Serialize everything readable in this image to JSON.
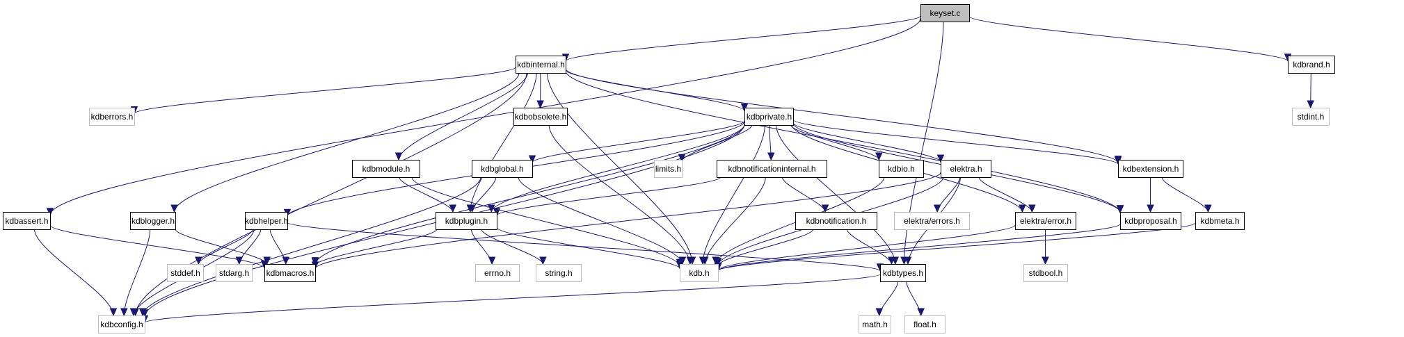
{
  "title": "keyset.c include dependency graph",
  "colors": {
    "edge": "#191970",
    "root_fill": "#bfbfbf",
    "local_border": "#000000",
    "system_border": "#bfbfbf"
  },
  "nodes": [
    {
      "id": "keyset_c",
      "label": "keyset.c",
      "kind": "root"
    },
    {
      "id": "kdbinternal_h",
      "label": "kdbinternal.h",
      "kind": "local"
    },
    {
      "id": "kdbrand_h",
      "label": "kdbrand.h",
      "kind": "local"
    },
    {
      "id": "kdberrors_h",
      "label": "kdberrors.h",
      "kind": "system"
    },
    {
      "id": "kdbobsolete_h",
      "label": "kdbobsolete.h",
      "kind": "local"
    },
    {
      "id": "kdbprivate_h",
      "label": "kdbprivate.h",
      "kind": "local"
    },
    {
      "id": "stdint_h",
      "label": "stdint.h",
      "kind": "system"
    },
    {
      "id": "kdbmodule_h",
      "label": "kdbmodule.h",
      "kind": "local"
    },
    {
      "id": "kdbglobal_h",
      "label": "kdbglobal.h",
      "kind": "local"
    },
    {
      "id": "limits_h",
      "label": "limits.h",
      "kind": "system"
    },
    {
      "id": "kdbnotificationinternal_h",
      "label": "kdbnotificationinternal.h",
      "kind": "local"
    },
    {
      "id": "kdbio_h",
      "label": "kdbio.h",
      "kind": "local"
    },
    {
      "id": "elektra_h",
      "label": "elektra.h",
      "kind": "local"
    },
    {
      "id": "kdbextension_h",
      "label": "kdbextension.h",
      "kind": "local"
    },
    {
      "id": "kdbassert_h",
      "label": "kdbassert.h",
      "kind": "local"
    },
    {
      "id": "kdblogger_h",
      "label": "kdblogger.h",
      "kind": "local"
    },
    {
      "id": "kdbhelper_h",
      "label": "kdbhelper.h",
      "kind": "local"
    },
    {
      "id": "kdbplugin_h",
      "label": "kdbplugin.h",
      "kind": "local"
    },
    {
      "id": "kdbnotification_h",
      "label": "kdbnotification.h",
      "kind": "local"
    },
    {
      "id": "elektra_errors_h",
      "label": "elektra/errors.h",
      "kind": "system"
    },
    {
      "id": "elektra_error_h",
      "label": "elektra/error.h",
      "kind": "local"
    },
    {
      "id": "kdbproposal_h",
      "label": "kdbproposal.h",
      "kind": "local"
    },
    {
      "id": "kdbmeta_h",
      "label": "kdbmeta.h",
      "kind": "local"
    },
    {
      "id": "stddef_h",
      "label": "stddef.h",
      "kind": "system"
    },
    {
      "id": "stdarg_h",
      "label": "stdarg.h",
      "kind": "system"
    },
    {
      "id": "kdbmacros_h",
      "label": "kdbmacros.h",
      "kind": "local"
    },
    {
      "id": "errno_h",
      "label": "errno.h",
      "kind": "system"
    },
    {
      "id": "string_h",
      "label": "string.h",
      "kind": "system"
    },
    {
      "id": "kdb_h",
      "label": "kdb.h",
      "kind": "system"
    },
    {
      "id": "kdbtypes_h",
      "label": "kdbtypes.h",
      "kind": "local"
    },
    {
      "id": "stdbool_h",
      "label": "stdbool.h",
      "kind": "system"
    },
    {
      "id": "kdbconfig_h",
      "label": "kdbconfig.h",
      "kind": "system"
    },
    {
      "id": "math_h",
      "label": "math.h",
      "kind": "system"
    },
    {
      "id": "float_h",
      "label": "float.h",
      "kind": "system"
    }
  ],
  "edges": [
    [
      "keyset_c",
      "kdbinternal_h"
    ],
    [
      "keyset_c",
      "kdbrand_h"
    ],
    [
      "keyset_c",
      "kdbassert_h"
    ],
    [
      "keyset_c",
      "kdbtypes_h"
    ],
    [
      "kdbinternal_h",
      "kdberrors_h"
    ],
    [
      "kdbinternal_h",
      "kdbobsolete_h"
    ],
    [
      "kdbinternal_h",
      "kdbprivate_h"
    ],
    [
      "kdbinternal_h",
      "kdbmodule_h"
    ],
    [
      "kdbinternal_h",
      "kdbplugin_h"
    ],
    [
      "kdbinternal_h",
      "kdb_h"
    ],
    [
      "kdbinternal_h",
      "kdbextension_h"
    ],
    [
      "kdbinternal_h",
      "kdbproposal_h"
    ],
    [
      "kdbinternal_h",
      "kdblogger_h"
    ],
    [
      "kdbinternal_h",
      "kdbconfig_h"
    ],
    [
      "kdbrand_h",
      "stdint_h"
    ],
    [
      "kdbobsolete_h",
      "kdb_h"
    ],
    [
      "kdbprivate_h",
      "kdbglobal_h"
    ],
    [
      "kdbprivate_h",
      "limits_h"
    ],
    [
      "kdbprivate_h",
      "kdbnotificationinternal_h"
    ],
    [
      "kdbprivate_h",
      "kdbio_h"
    ],
    [
      "kdbprivate_h",
      "elektra_h"
    ],
    [
      "kdbprivate_h",
      "kdbextension_h"
    ],
    [
      "kdbprivate_h",
      "kdbproposal_h"
    ],
    [
      "kdbprivate_h",
      "kdbplugin_h"
    ],
    [
      "kdbprivate_h",
      "kdbhelper_h"
    ],
    [
      "kdbprivate_h",
      "kdbmacros_h"
    ],
    [
      "kdbprivate_h",
      "kdbconfig_h"
    ],
    [
      "kdbprivate_h",
      "kdb_h"
    ],
    [
      "kdbprivate_h",
      "elektra_error_h"
    ],
    [
      "kdbprivate_h",
      "kdbtypes_h"
    ],
    [
      "kdbmodule_h",
      "kdbplugin_h"
    ],
    [
      "kdbmodule_h",
      "kdb_h"
    ],
    [
      "kdbglobal_h",
      "kdbplugin_h"
    ],
    [
      "kdbglobal_h",
      "kdb_h"
    ],
    [
      "kdbglobal_h",
      "kdbconfig_h"
    ],
    [
      "kdbnotificationinternal_h",
      "kdbplugin_h"
    ],
    [
      "kdbnotificationinternal_h",
      "kdbnotification_h"
    ],
    [
      "kdbnotificationinternal_h",
      "kdb_h"
    ],
    [
      "kdbio_h",
      "kdb_h"
    ],
    [
      "elektra_h",
      "elektra_errors_h"
    ],
    [
      "elektra_h",
      "elektra_error_h"
    ],
    [
      "elektra_h",
      "kdb_h"
    ],
    [
      "elektra_h",
      "kdbtypes_h"
    ],
    [
      "elektra_h",
      "kdbmacros_h"
    ],
    [
      "kdbextension_h",
      "kdbproposal_h"
    ],
    [
      "kdbextension_h",
      "kdbmeta_h"
    ],
    [
      "kdbassert_h",
      "kdbmacros_h"
    ],
    [
      "kdbassert_h",
      "kdbconfig_h"
    ],
    [
      "kdblogger_h",
      "kdbmacros_h"
    ],
    [
      "kdblogger_h",
      "kdbconfig_h"
    ],
    [
      "kdbhelper_h",
      "stddef_h"
    ],
    [
      "kdbhelper_h",
      "stdarg_h"
    ],
    [
      "kdbhelper_h",
      "kdbmacros_h"
    ],
    [
      "kdbhelper_h",
      "kdbconfig_h"
    ],
    [
      "kdbhelper_h",
      "kdbtypes_h"
    ],
    [
      "kdbplugin_h",
      "kdbmacros_h"
    ],
    [
      "kdbplugin_h",
      "errno_h"
    ],
    [
      "kdbplugin_h",
      "string_h"
    ],
    [
      "kdbplugin_h",
      "kdb_h"
    ],
    [
      "kdbnotification_h",
      "kdb_h"
    ],
    [
      "kdbnotification_h",
      "kdbtypes_h"
    ],
    [
      "elektra_error_h",
      "kdb_h"
    ],
    [
      "elektra_error_h",
      "stdbool_h"
    ],
    [
      "kdbproposal_h",
      "kdb_h"
    ],
    [
      "kdbmeta_h",
      "kdb_h"
    ],
    [
      "kdbtypes_h",
      "math_h"
    ],
    [
      "kdbtypes_h",
      "float_h"
    ],
    [
      "kdbtypes_h",
      "kdbconfig_h"
    ]
  ]
}
